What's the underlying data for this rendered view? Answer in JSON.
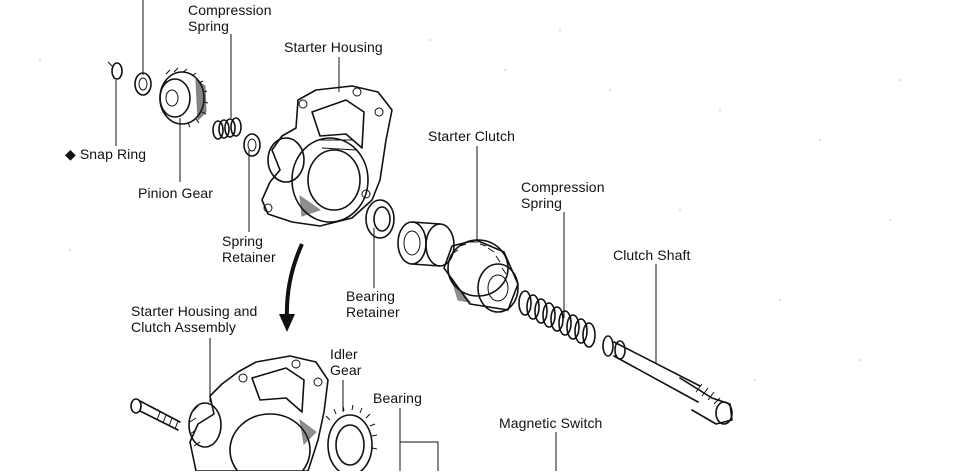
{
  "labels": {
    "compression_spring_top": "Compression\nSpring",
    "starter_housing": "Starter Housing",
    "snap_ring": "◆ Snap Ring",
    "pinion_gear": "Pinion Gear",
    "spring_retainer": "Spring\nRetainer",
    "starter_clutch": "Starter Clutch",
    "compression_spring_right": "Compression\nSpring",
    "bearing_retainer": "Bearing\nRetainer",
    "clutch_shaft": "Clutch Shaft",
    "starter_housing_clutch_assembly": "Starter Housing and\nClutch Assembly",
    "idler_gear": "Idler\nGear",
    "bearing": "Bearing",
    "magnetic_switch": "Magnetic Switch"
  }
}
